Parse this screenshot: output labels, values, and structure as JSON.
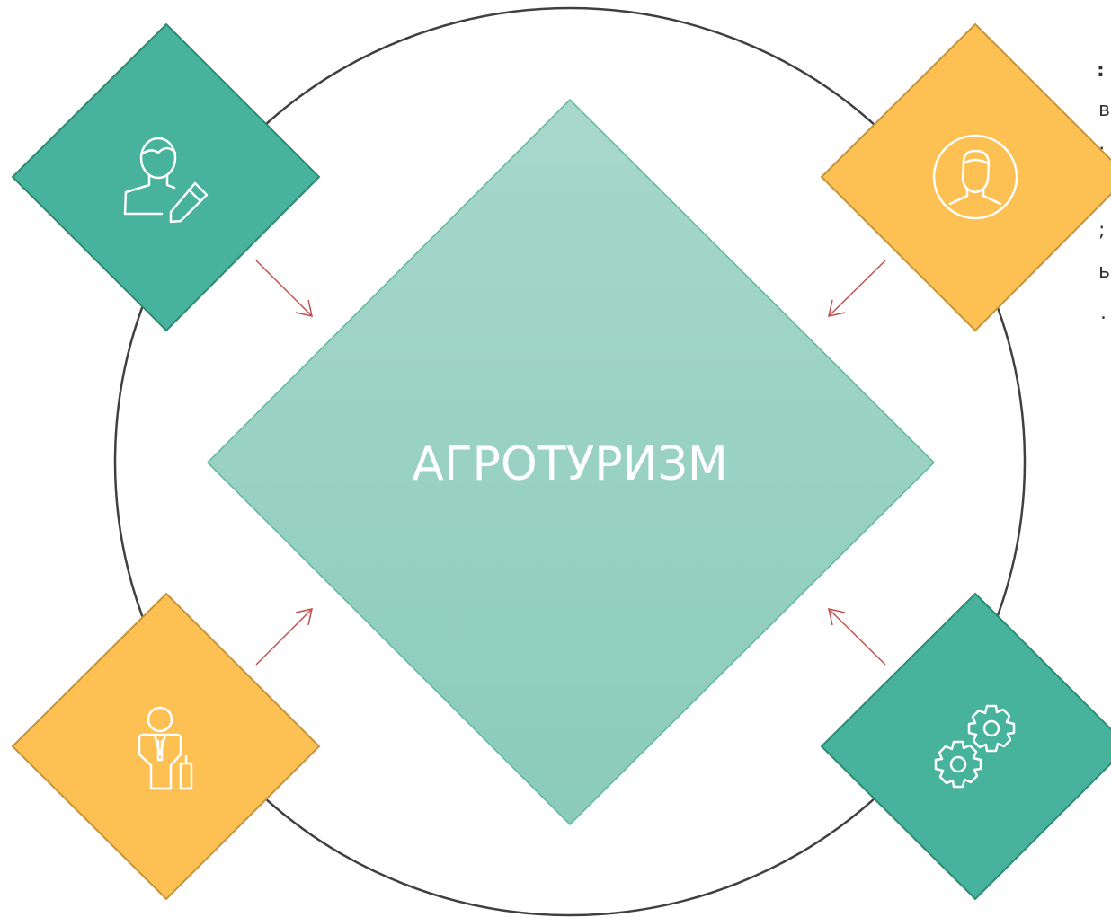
{
  "diagram": {
    "center_label": "АГРОТУРИЗМ",
    "partial_text": [
      ":",
      "в",
      ";",
      ";",
      ";",
      "ь",
      "."
    ],
    "colors": {
      "green": "#48b39c",
      "green_border": "#2e8a73",
      "yellow": "#fdc153",
      "yellow_border": "#c7923a",
      "center_top": "#a8d8cb",
      "center_bottom": "#8bcbb9",
      "center_border": "#5db8a2",
      "arrow": "#c0504d",
      "circle_stroke": "#404040"
    },
    "nodes": [
      {
        "id": "top-left",
        "color": "green",
        "icon": "person-pen-icon"
      },
      {
        "id": "top-right",
        "color": "yellow",
        "icon": "user-circle-icon"
      },
      {
        "id": "bottom-left",
        "color": "yellow",
        "icon": "businessman-chart-icon"
      },
      {
        "id": "bottom-right",
        "color": "green",
        "icon": "gears-icon"
      }
    ]
  }
}
